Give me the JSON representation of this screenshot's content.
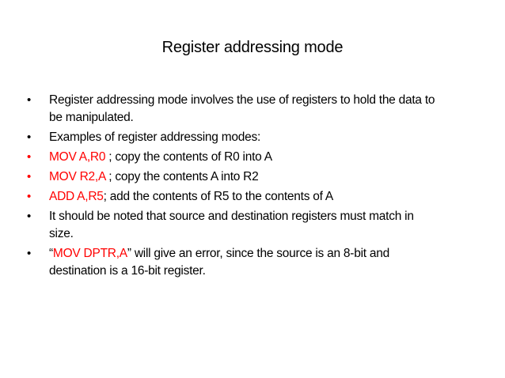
{
  "slide": {
    "title": "Register addressing mode",
    "bullet_glyph": "•",
    "colors": {
      "text": "#000000",
      "highlight": "#ff0000",
      "background": "#ffffff"
    },
    "bullets": [
      {
        "line1": "Register addressing mode involves the use of registers to hold the data to",
        "line2": "be manipulated."
      },
      {
        "text": "Examples of register addressing modes:"
      },
      {
        "code": "MOV A,R0",
        "text": " ; copy the contents of R0 into A"
      },
      {
        "code": "MOV R2,A",
        "text": " ; copy the contents  A into R2"
      },
      {
        "code": "ADD A,R5",
        "text": ";  add the contents of R5 to the contents of A"
      },
      {
        "line1": "It should be noted that source and destination registers must match in",
        "line2": "size."
      },
      {
        "open_quote": "“",
        "code": "MOV DPTR,A",
        "line1_rest": "” will give an error, since the source is an 8-bit and",
        "line2": "destination is a 16-bit register."
      }
    ]
  }
}
